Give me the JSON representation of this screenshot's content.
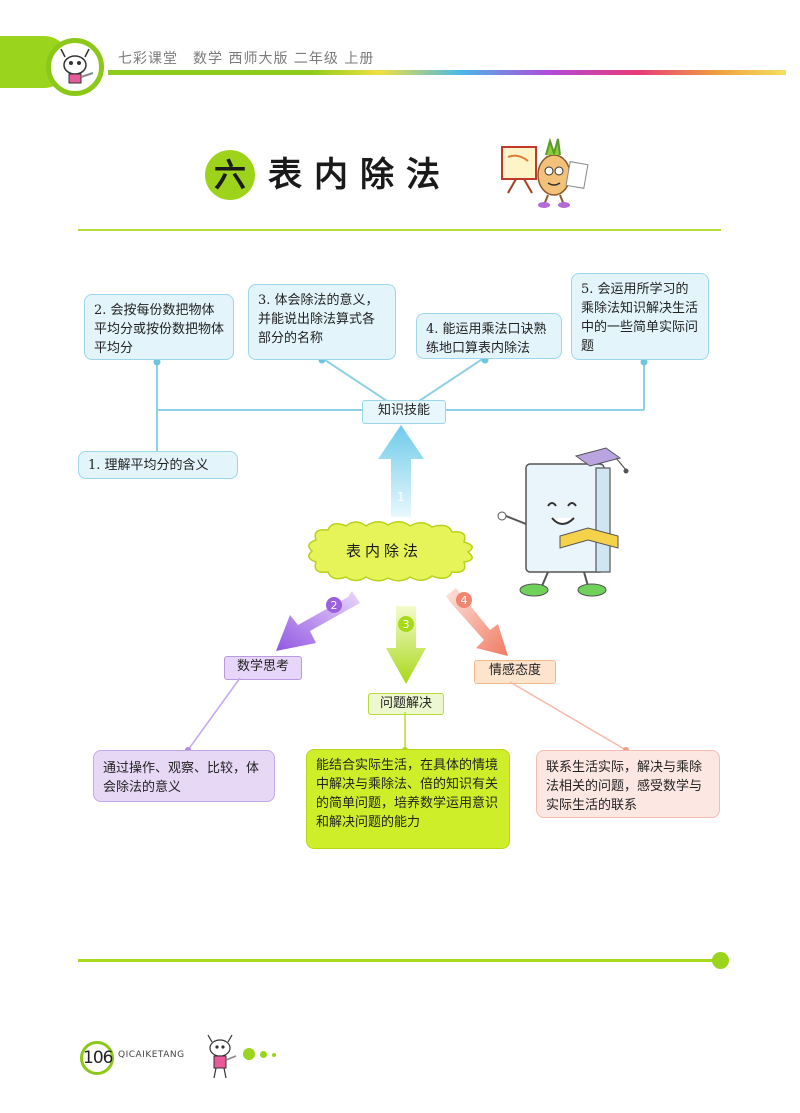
{
  "header": {
    "text": "七彩课堂　数学 西师大版 二年级 上册"
  },
  "title": {
    "number": "六",
    "text": "表内除法"
  },
  "map": {
    "center": "表内除法",
    "hub": "知识技能",
    "knowledge_items": [
      "1. 理解平均分的含义",
      "2. 会按每份数把物体平均分或按份数把物体平均分",
      "3. 体会除法的意义，并能说出除法算式各部分的名称",
      "4. 能运用乘法口诀熟练地口算表内除法",
      "5. 会运用所学习的乘除法知识解决生活中的一些简单实际问题"
    ],
    "arrow_numbers": [
      "1",
      "2",
      "3",
      "4"
    ],
    "branches": [
      {
        "label": "数学思考",
        "text": "通过操作、观察、比较，体会除法的意义",
        "color": "#9b5fe0"
      },
      {
        "label": "问题解决",
        "text": "能结合实际生活，在具体的情境中解决与乘除法、倍的知识有关的简单问题，培养数学运用意识和解决问题的能力",
        "color": "#a8d81a"
      },
      {
        "label": "情感态度",
        "text": "联系生活实际，解决与乘除法相关的问题，感受数学与实际生活的联系",
        "color": "#f28470"
      }
    ]
  },
  "footer": {
    "page_number": "106",
    "brand": "QICAIKETANG"
  },
  "colors": {
    "accent_green": "#9ad41c",
    "knowledge_blue": "#8fd0e4",
    "arrow_blue": "#7fd3ee"
  }
}
